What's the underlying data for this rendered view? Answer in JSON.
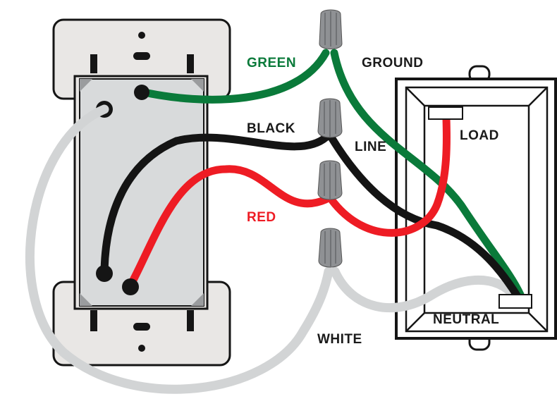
{
  "labels": {
    "green": "GREEN",
    "ground": "GROUND",
    "black": "BLACK",
    "line": "LINE",
    "load": "LOAD",
    "red": "RED",
    "neutral": "NEUTRAL",
    "white": "WHITE"
  },
  "colors": {
    "green_wire": "#0a7a3a",
    "black_wire": "#141414",
    "red_wire": "#ee1c24",
    "white_wire": "#d2d4d5",
    "wire_nut": "#8f9194",
    "plate": "#e9e7e5",
    "switch_body": "#d8dadb",
    "label_green": "#0a7a3a",
    "label_red": "#ee1c24",
    "label_dark": "#1a1a1a"
  }
}
